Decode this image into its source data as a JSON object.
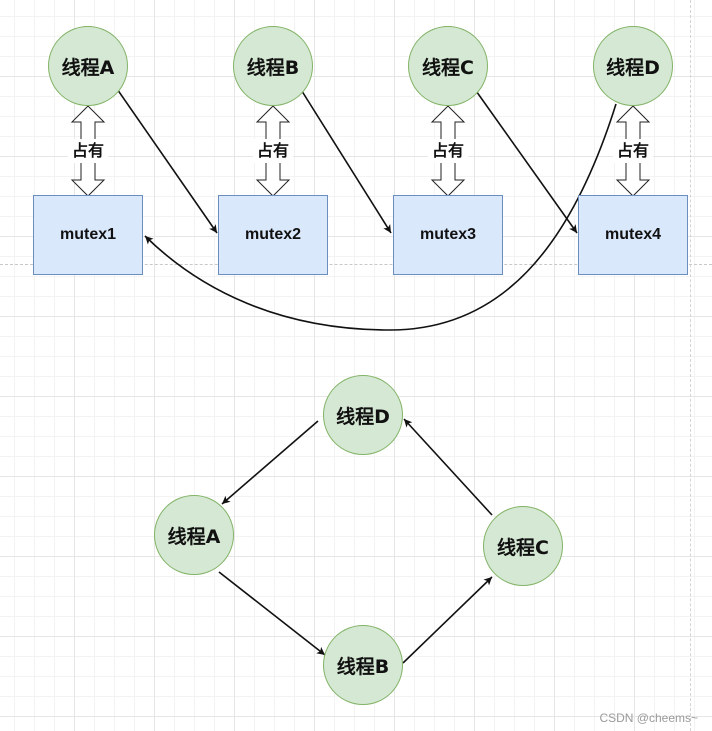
{
  "top_diagram": {
    "threads": [
      "线程A",
      "线程B",
      "线程C",
      "线程D"
    ],
    "mutexes": [
      "mutex1",
      "mutex2",
      "mutex3",
      "mutex4"
    ],
    "hold_label": "占有"
  },
  "cycle_diagram": {
    "thread_a": "线程A",
    "thread_b": "线程B",
    "thread_c": "线程C",
    "thread_d": "线程D"
  },
  "watermark": "CSDN @cheems~",
  "colors": {
    "thread_fill": "#d5e8d4",
    "thread_border": "#82b366",
    "mutex_fill": "#dae8fc",
    "mutex_border": "#6c8ebf"
  }
}
